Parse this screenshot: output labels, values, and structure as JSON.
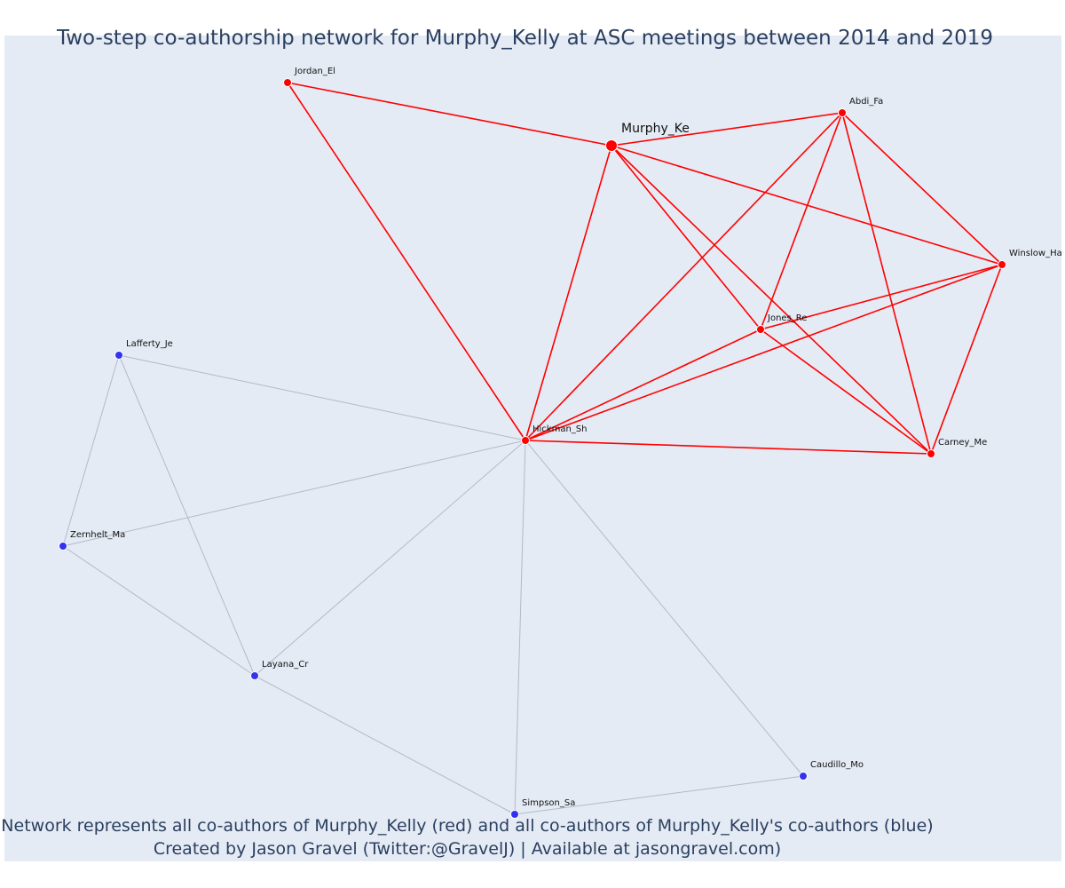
{
  "title": "Two-step co-authorship network for Murphy_Kelly at ASC meetings between 2014 and 2019",
  "captions": {
    "line1": "Network represents all co-authors of Murphy_Kelly (red) and all co-authors of Murphy_Kelly's co-authors (blue)",
    "line2": "Created by Jason Gravel (Twitter:@GravelJ) | Available at jasongravel.com)"
  },
  "colors": {
    "background": "#e5ebf5",
    "first_degree": "#ff0000",
    "second_degree": "#3333ee",
    "first_degree_edge": "#ff0000",
    "second_degree_edge": "#b4b8c8",
    "text": "#2a3f5f"
  },
  "nodes": [
    {
      "id": "Murphy_Ke",
      "label": "Murphy_Ke",
      "group": "focal"
    },
    {
      "id": "Jordan_El",
      "label": "Jordan_El",
      "group": "first"
    },
    {
      "id": "Abdi_Fa",
      "label": "Abdi_Fa",
      "group": "first"
    },
    {
      "id": "Winslow_Ha",
      "label": "Winslow_Ha",
      "group": "first"
    },
    {
      "id": "Jones_Re",
      "label": "Jones_Re",
      "group": "first"
    },
    {
      "id": "Hickman_Sh",
      "label": "Hickman_Sh",
      "group": "first"
    },
    {
      "id": "Carney_Me",
      "label": "Carney_Me",
      "group": "first"
    },
    {
      "id": "Lafferty_Je",
      "label": "Lafferty_Je",
      "group": "second"
    },
    {
      "id": "Zernhelt_Ma",
      "label": "Zernhelt_Ma",
      "group": "second"
    },
    {
      "id": "Layana_Cr",
      "label": "Layana_Cr",
      "group": "second"
    },
    {
      "id": "Simpson_Sa",
      "label": "Simpson_Sa",
      "group": "second"
    },
    {
      "id": "Caudillo_Mo",
      "label": "Caudillo_Mo",
      "group": "second"
    }
  ],
  "edges": [
    {
      "source": "Jordan_El",
      "target": "Murphy_Ke",
      "group": "first"
    },
    {
      "source": "Jordan_El",
      "target": "Hickman_Sh",
      "group": "first"
    },
    {
      "source": "Murphy_Ke",
      "target": "Abdi_Fa",
      "group": "first"
    },
    {
      "source": "Murphy_Ke",
      "target": "Winslow_Ha",
      "group": "first"
    },
    {
      "source": "Murphy_Ke",
      "target": "Jones_Re",
      "group": "first"
    },
    {
      "source": "Murphy_Ke",
      "target": "Hickman_Sh",
      "group": "first"
    },
    {
      "source": "Murphy_Ke",
      "target": "Carney_Me",
      "group": "first"
    },
    {
      "source": "Abdi_Fa",
      "target": "Winslow_Ha",
      "group": "first"
    },
    {
      "source": "Abdi_Fa",
      "target": "Jones_Re",
      "group": "first"
    },
    {
      "source": "Abdi_Fa",
      "target": "Hickman_Sh",
      "group": "first"
    },
    {
      "source": "Abdi_Fa",
      "target": "Carney_Me",
      "group": "first"
    },
    {
      "source": "Winslow_Ha",
      "target": "Jones_Re",
      "group": "first"
    },
    {
      "source": "Winslow_Ha",
      "target": "Hickman_Sh",
      "group": "first"
    },
    {
      "source": "Winslow_Ha",
      "target": "Carney_Me",
      "group": "first"
    },
    {
      "source": "Jones_Re",
      "target": "Hickman_Sh",
      "group": "first"
    },
    {
      "source": "Jones_Re",
      "target": "Carney_Me",
      "group": "first"
    },
    {
      "source": "Hickman_Sh",
      "target": "Carney_Me",
      "group": "first"
    },
    {
      "source": "Lafferty_Je",
      "target": "Hickman_Sh",
      "group": "second"
    },
    {
      "source": "Lafferty_Je",
      "target": "Zernhelt_Ma",
      "group": "second"
    },
    {
      "source": "Lafferty_Je",
      "target": "Layana_Cr",
      "group": "second"
    },
    {
      "source": "Zernhelt_Ma",
      "target": "Hickman_Sh",
      "group": "second"
    },
    {
      "source": "Zernhelt_Ma",
      "target": "Layana_Cr",
      "group": "second"
    },
    {
      "source": "Layana_Cr",
      "target": "Hickman_Sh",
      "group": "second"
    },
    {
      "source": "Layana_Cr",
      "target": "Simpson_Sa",
      "group": "second"
    },
    {
      "source": "Simpson_Sa",
      "target": "Hickman_Sh",
      "group": "second"
    },
    {
      "source": "Simpson_Sa",
      "target": "Caudillo_Mo",
      "group": "second"
    },
    {
      "source": "Caudillo_Mo",
      "target": "Hickman_Sh",
      "group": "second"
    }
  ]
}
